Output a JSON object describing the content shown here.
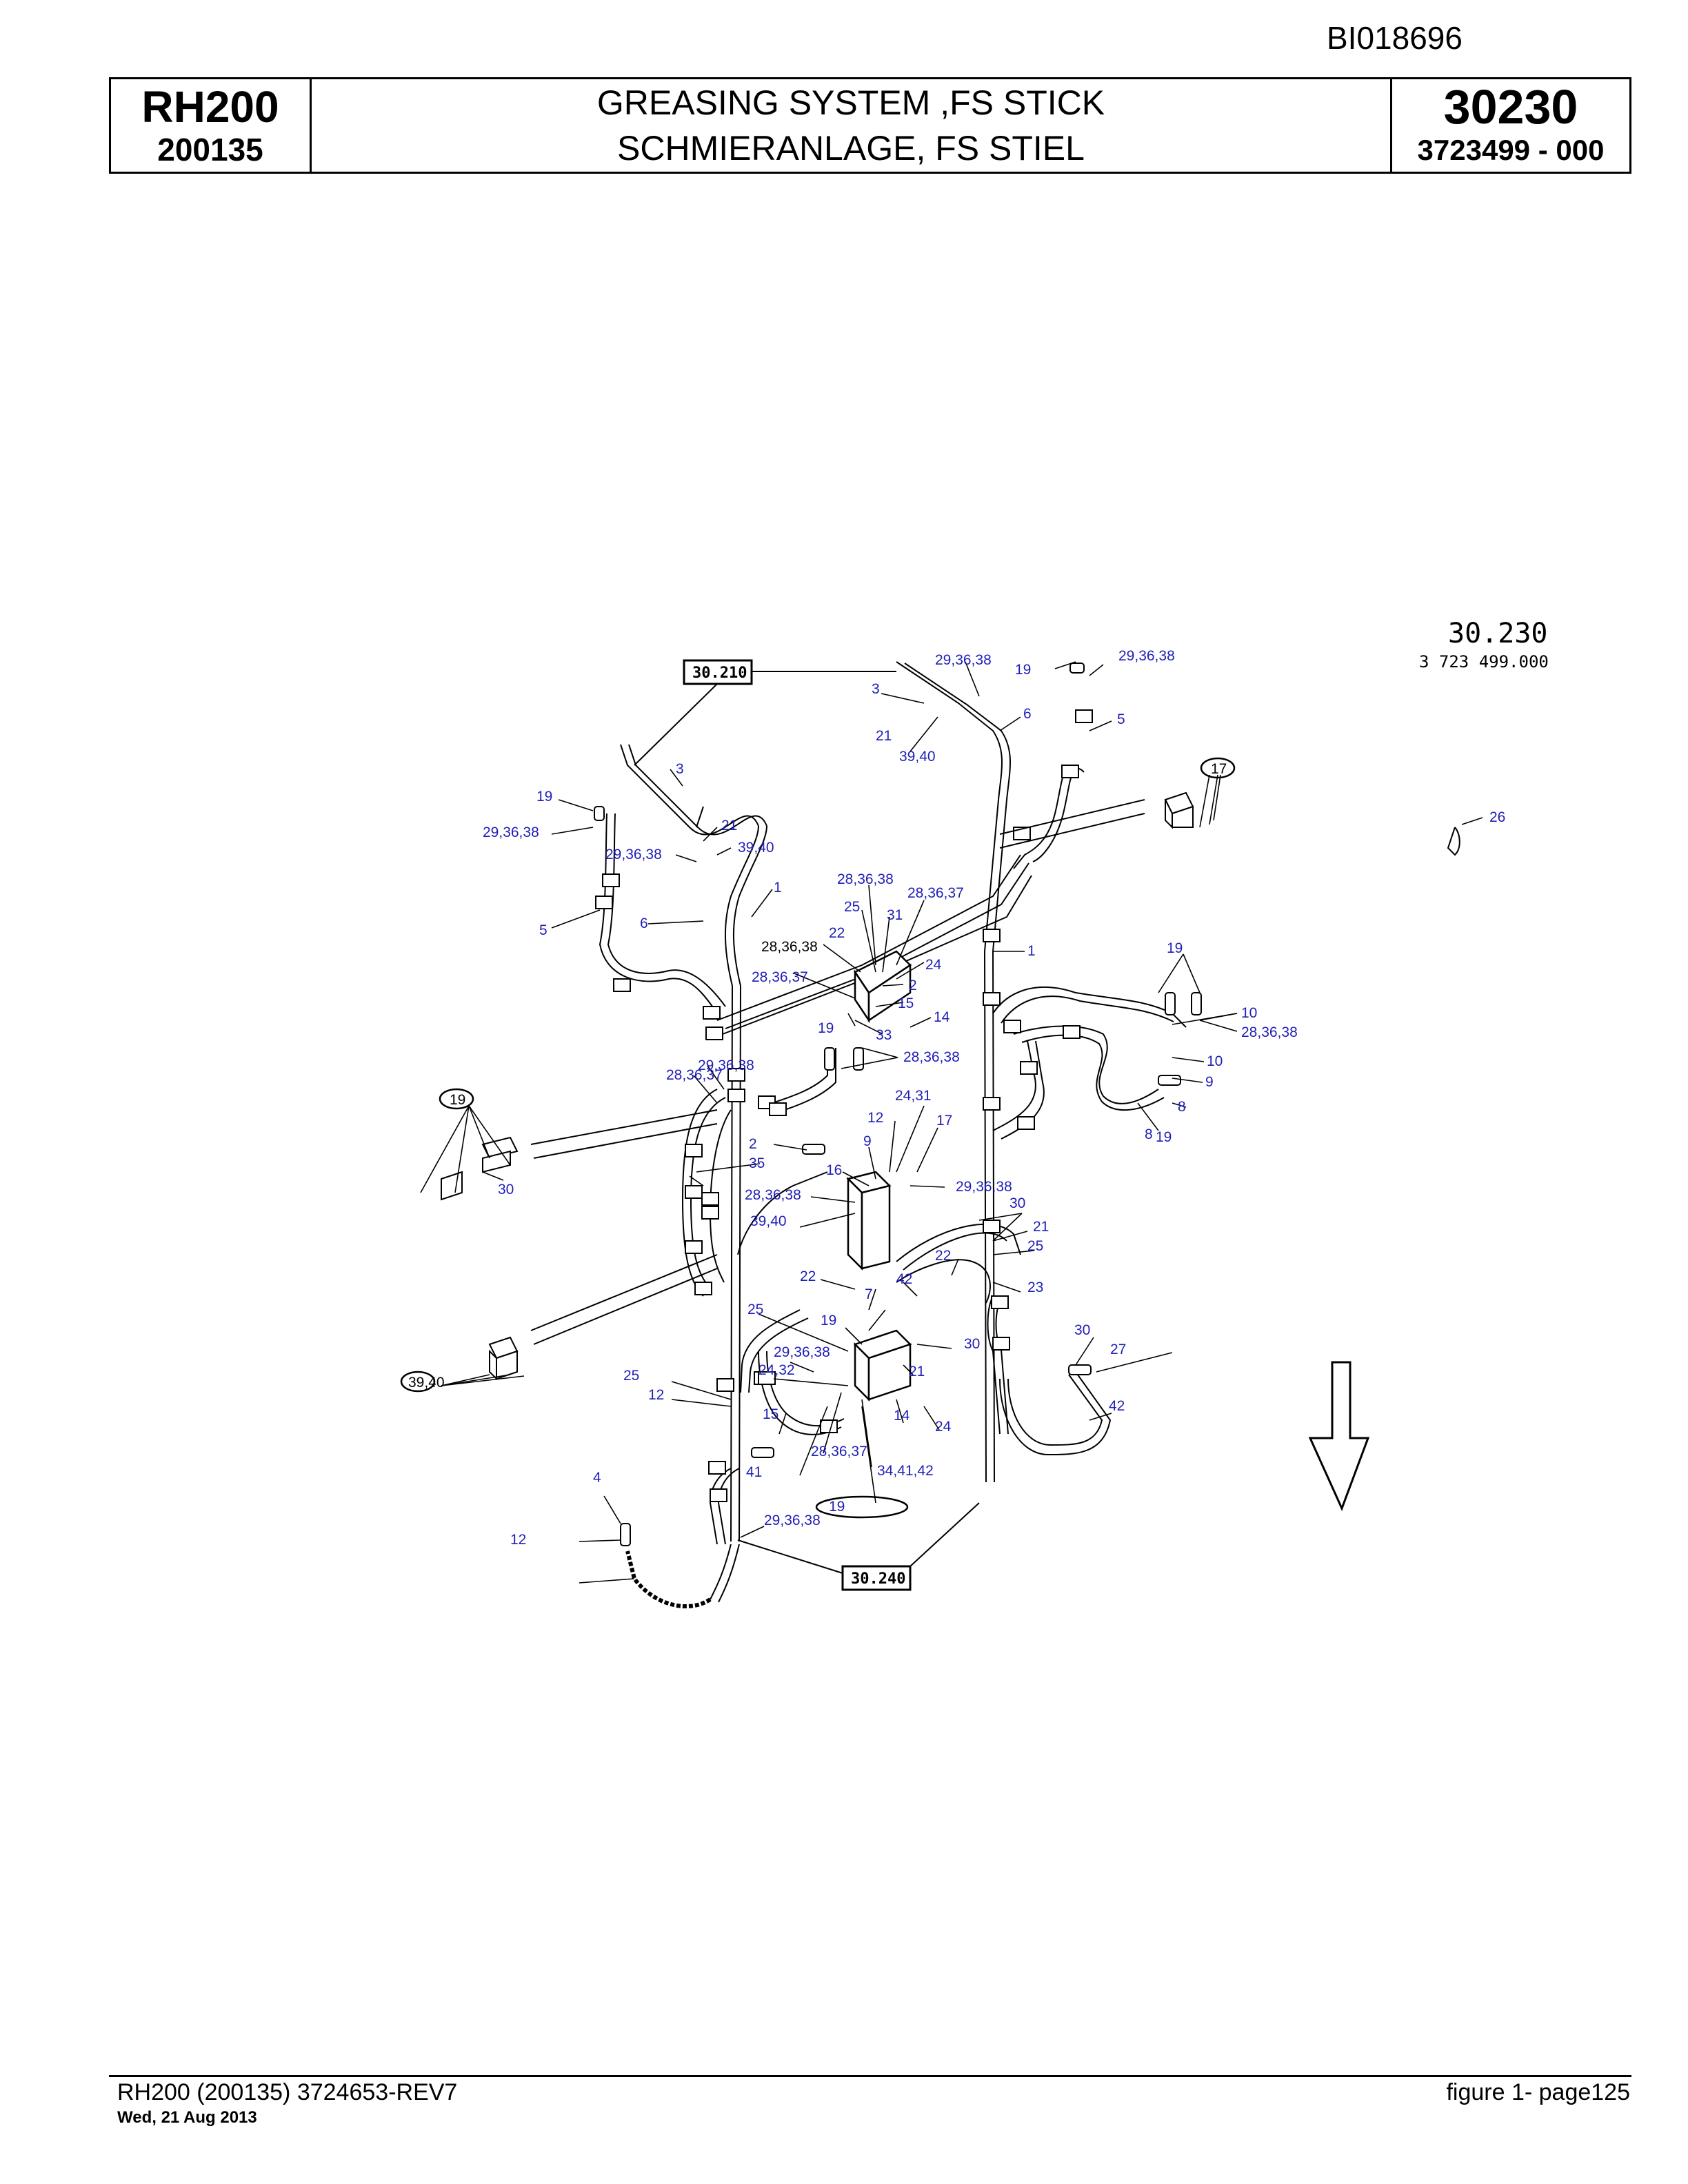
{
  "doc_id": "BI018696",
  "header": {
    "model": "RH200",
    "serial": "200135",
    "title_en": "GREASING SYSTEM ,FS STICK",
    "title_de": "SCHMIERANLAGE, FS STIEL",
    "figure_no": "30230",
    "part_no": "3723499  - 000"
  },
  "drawing": {
    "code": "30.230",
    "subcode": "3 723 499.000",
    "refs": {
      "r210": "30.210",
      "r240": "30.240"
    },
    "labels": [
      {
        "id": "l01",
        "t": "29,36,38"
      },
      {
        "id": "l02",
        "t": "19"
      },
      {
        "id": "l03",
        "t": "29,36,38"
      },
      {
        "id": "l04",
        "t": "3"
      },
      {
        "id": "l05",
        "t": "6"
      },
      {
        "id": "l06",
        "t": "5"
      },
      {
        "id": "l07",
        "t": "21"
      },
      {
        "id": "l08",
        "t": "39,40"
      },
      {
        "id": "l09",
        "t": "17"
      },
      {
        "id": "l10",
        "t": "26"
      },
      {
        "id": "l11",
        "t": "3"
      },
      {
        "id": "l12",
        "t": "19"
      },
      {
        "id": "l13",
        "t": "29,36,38"
      },
      {
        "id": "l14",
        "t": "21"
      },
      {
        "id": "l15",
        "t": "39,40"
      },
      {
        "id": "l16",
        "t": "29,36,38"
      },
      {
        "id": "l17",
        "t": "1"
      },
      {
        "id": "l18",
        "t": "28,36,38"
      },
      {
        "id": "l19",
        "t": "28,36,37"
      },
      {
        "id": "l20",
        "t": "25"
      },
      {
        "id": "l21",
        "t": "31"
      },
      {
        "id": "l22",
        "t": "22"
      },
      {
        "id": "l23",
        "t": "5"
      },
      {
        "id": "l24",
        "t": "6"
      },
      {
        "id": "l25",
        "t": "28,36,38"
      },
      {
        "id": "l26",
        "t": "24"
      },
      {
        "id": "l27",
        "t": "1"
      },
      {
        "id": "l28",
        "t": "19"
      },
      {
        "id": "l29",
        "t": "28,36,37"
      },
      {
        "id": "l30",
        "t": "2"
      },
      {
        "id": "l31",
        "t": "15"
      },
      {
        "id": "l32",
        "t": "14"
      },
      {
        "id": "l33",
        "t": "19"
      },
      {
        "id": "l34",
        "t": "33"
      },
      {
        "id": "l35",
        "t": "28,36,38"
      },
      {
        "id": "l36",
        "t": "10"
      },
      {
        "id": "l37",
        "t": "28,36,38"
      },
      {
        "id": "l38",
        "t": "10"
      },
      {
        "id": "l39",
        "t": "9"
      },
      {
        "id": "l40",
        "t": "8"
      },
      {
        "id": "l41",
        "t": "19"
      },
      {
        "id": "l42",
        "t": "28,36,37"
      },
      {
        "id": "l43",
        "t": "29,36,38"
      },
      {
        "id": "l44",
        "t": "24,31"
      },
      {
        "id": "l45",
        "t": "12"
      },
      {
        "id": "l46",
        "t": "17"
      },
      {
        "id": "l47",
        "t": "19"
      },
      {
        "id": "l48",
        "t": "2"
      },
      {
        "id": "l49",
        "t": "9"
      },
      {
        "id": "l50",
        "t": "8"
      },
      {
        "id": "l51",
        "t": "35"
      },
      {
        "id": "l52",
        "t": "16"
      },
      {
        "id": "l53",
        "t": "30"
      },
      {
        "id": "l54",
        "t": "29,36,38"
      },
      {
        "id": "l55",
        "t": "28,36,38"
      },
      {
        "id": "l56",
        "t": "30"
      },
      {
        "id": "l57",
        "t": "39,40"
      },
      {
        "id": "l58",
        "t": "21"
      },
      {
        "id": "l59",
        "t": "25"
      },
      {
        "id": "l60",
        "t": "22"
      },
      {
        "id": "l61",
        "t": "22"
      },
      {
        "id": "l62",
        "t": "42"
      },
      {
        "id": "l63",
        "t": "23"
      },
      {
        "id": "l64",
        "t": "7"
      },
      {
        "id": "l65",
        "t": "25"
      },
      {
        "id": "l66",
        "t": "19"
      },
      {
        "id": "l67",
        "t": "30"
      },
      {
        "id": "l68",
        "t": "30"
      },
      {
        "id": "l69",
        "t": "29,36,38"
      },
      {
        "id": "l70",
        "t": "27"
      },
      {
        "id": "l71",
        "t": "39,40"
      },
      {
        "id": "l72",
        "t": "25"
      },
      {
        "id": "l73",
        "t": "24,32"
      },
      {
        "id": "l74",
        "t": "21"
      },
      {
        "id": "l75",
        "t": "12"
      },
      {
        "id": "l76",
        "t": "42"
      },
      {
        "id": "l77",
        "t": "15"
      },
      {
        "id": "l78",
        "t": "14"
      },
      {
        "id": "l79",
        "t": "24"
      },
      {
        "id": "l80",
        "t": "28,36,37"
      },
      {
        "id": "l81",
        "t": "41"
      },
      {
        "id": "l82",
        "t": "34,41,42"
      },
      {
        "id": "l83",
        "t": "19"
      },
      {
        "id": "l84",
        "t": "4"
      },
      {
        "id": "l85",
        "t": "29,36,38"
      },
      {
        "id": "l86",
        "t": "12"
      }
    ]
  },
  "footer": {
    "left": "RH200 (200135) 3724653-REV7",
    "date": "Wed, 21 Aug 2013",
    "right": "figure  1- page125"
  },
  "colors": {
    "callout": "#1f1fb8",
    "line": "#000000"
  }
}
